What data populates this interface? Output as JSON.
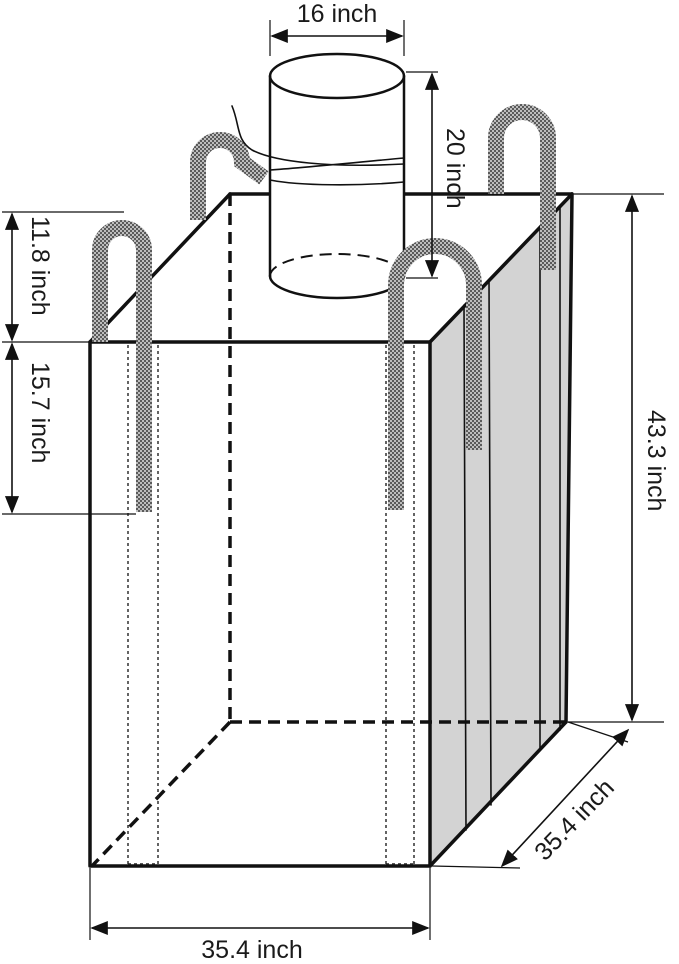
{
  "dimensions": {
    "spout_diameter": "16 inch",
    "spout_height": "20 inch",
    "loop_height": "11.8 inch",
    "loop_sewn_length": "15.7 inch",
    "bag_height": "43.3 inch",
    "bag_depth": "35.4 inch",
    "bag_width": "35.4 inch"
  }
}
